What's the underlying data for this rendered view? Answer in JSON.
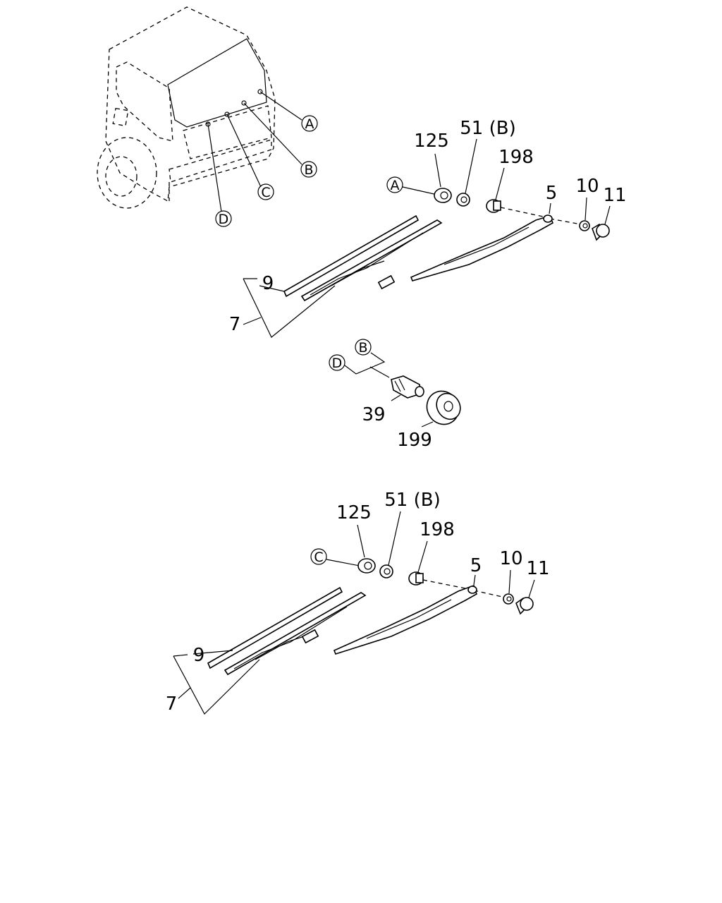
{
  "diagram": {
    "callouts": {
      "A": "A",
      "B": "B",
      "C": "C",
      "D": "D"
    },
    "top_assembly": {
      "p125": "125",
      "p51": "51 (B)",
      "p198": "198",
      "p5": "5",
      "p10": "10",
      "p11": "11",
      "p9": "9",
      "p7": "7"
    },
    "motor_group": {
      "p39": "39",
      "p199": "199"
    },
    "bottom_assembly": {
      "p125": "125",
      "p51": "51 (B)",
      "p198": "198",
      "p5": "5",
      "p10": "10",
      "p11": "11",
      "p9": "9",
      "p7": "7"
    }
  }
}
